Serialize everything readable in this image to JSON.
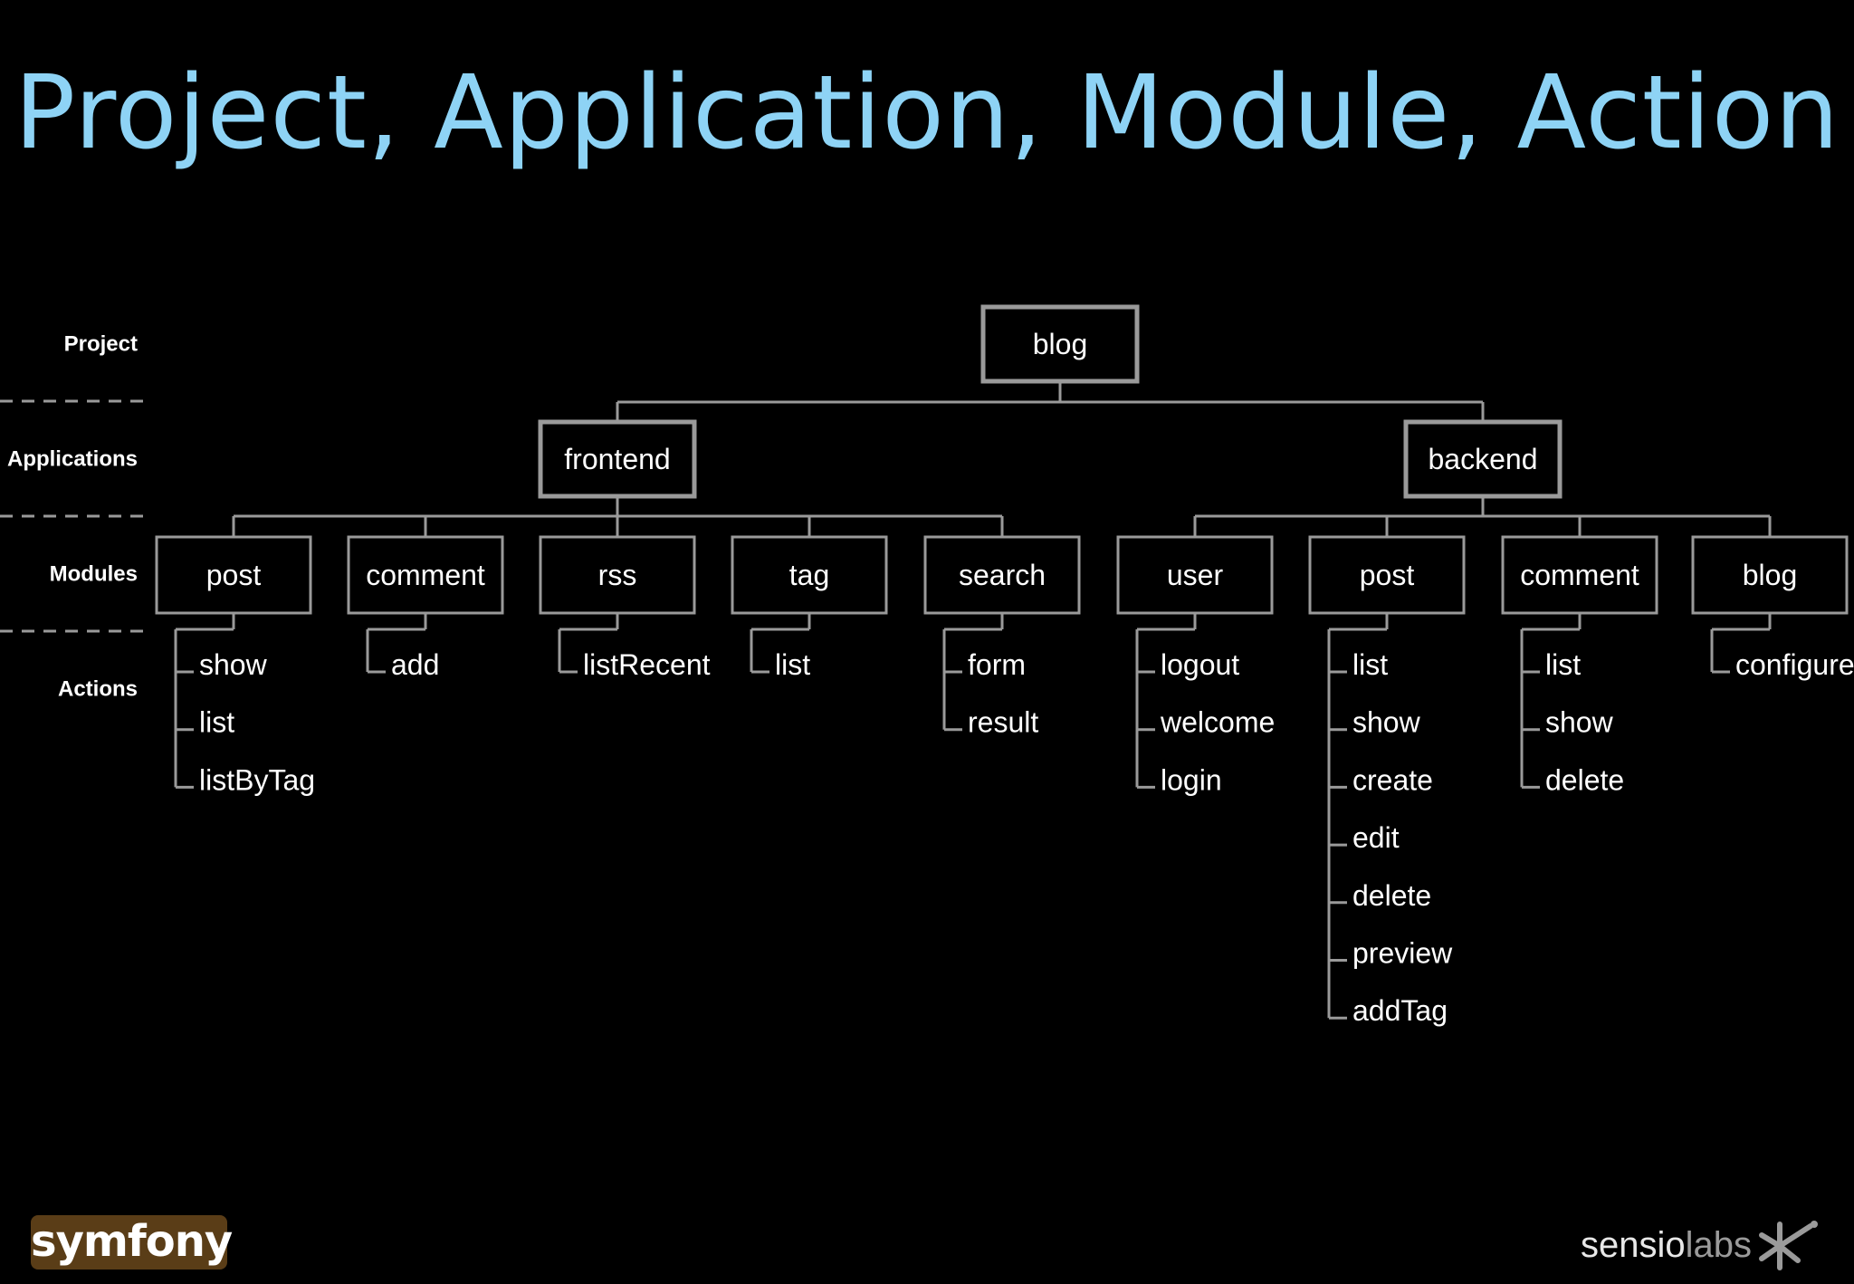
{
  "title": "Project, Application, Module, Action",
  "levels": [
    "Project",
    "Applications",
    "Modules",
    "Actions"
  ],
  "project": "blog",
  "applications": [
    {
      "name": "frontend",
      "modules": [
        {
          "name": "post",
          "actions": [
            "show",
            "list",
            "listByTag"
          ]
        },
        {
          "name": "comment",
          "actions": [
            "add"
          ]
        },
        {
          "name": "rss",
          "actions": [
            "listRecent"
          ]
        },
        {
          "name": "tag",
          "actions": [
            "list"
          ]
        },
        {
          "name": "search",
          "actions": [
            "form",
            "result"
          ]
        }
      ]
    },
    {
      "name": "backend",
      "modules": [
        {
          "name": "user",
          "actions": [
            "logout",
            "welcome",
            "login"
          ]
        },
        {
          "name": "post",
          "actions": [
            "list",
            "show",
            "create",
            "edit",
            "delete",
            "preview",
            "addTag"
          ]
        },
        {
          "name": "comment",
          "actions": [
            "list",
            "show",
            "delete"
          ]
        },
        {
          "name": "blog",
          "actions": [
            "configure"
          ]
        }
      ]
    }
  ],
  "logo_left": "symfony",
  "logo_right": {
    "part1": "sensio",
    "part2": "labs"
  },
  "colors": {
    "title": "#8ed3f5",
    "background": "#000000",
    "lines": "#9a9a9a",
    "text": "#ffffff",
    "symfony_bg": "#5a3d17"
  }
}
